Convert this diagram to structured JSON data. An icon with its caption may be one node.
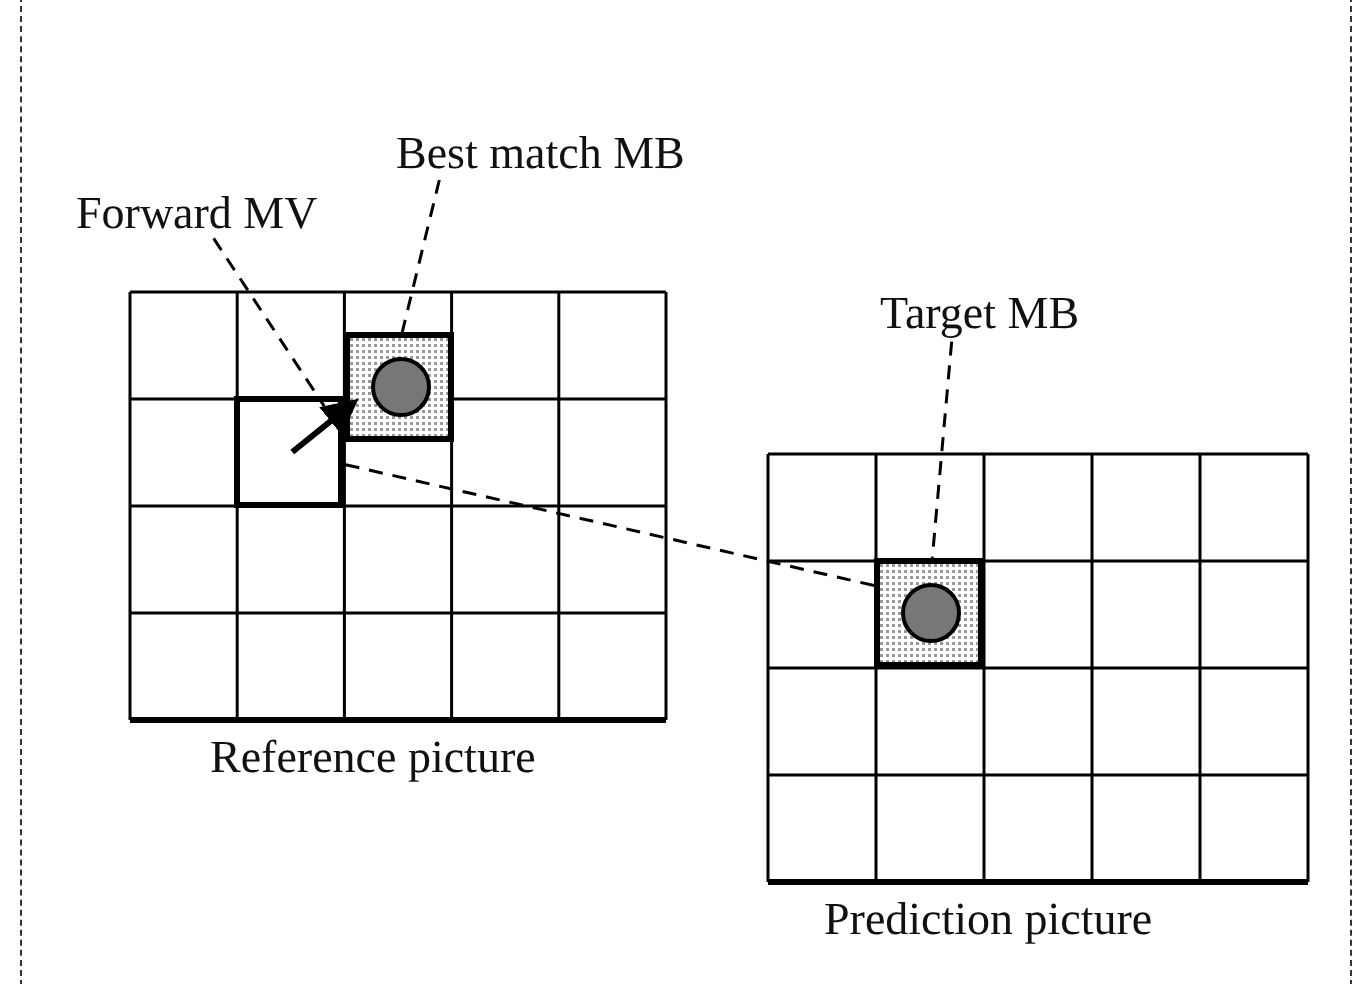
{
  "diagram": {
    "nodes": [
      {
        "text": [
          "Forward MV"
        ]
      },
      {
        "text": [
          "Best match MB"
        ]
      },
      {
        "text": [
          "Target MB"
        ]
      },
      {
        "text": [
          "Reference picture"
        ]
      },
      {
        "text": [
          "Prediction picture"
        ]
      },
      {
        "text": [],
        "shape": "box",
        "in": 3
      },
      {
        "text": [],
        "shape": "box",
        "in": 4
      },
      {
        "text": [],
        "shape": "box",
        "in": 3
      }
    ],
    "edges": [
      {
        "from": 0,
        "to": 7,
        "arrow": "none",
        "style": "dashed"
      },
      {
        "from": 1,
        "to": 5,
        "arrow": "none",
        "style": "dashed"
      },
      {
        "from": 2,
        "to": 6,
        "arrow": "none",
        "style": "dashed"
      },
      {
        "from": 6,
        "to": 7,
        "arrow": "none",
        "style": "dashed"
      },
      {
        "from": 7,
        "to": 5,
        "arrow": "to",
        "style": "thick"
      }
    ]
  }
}
